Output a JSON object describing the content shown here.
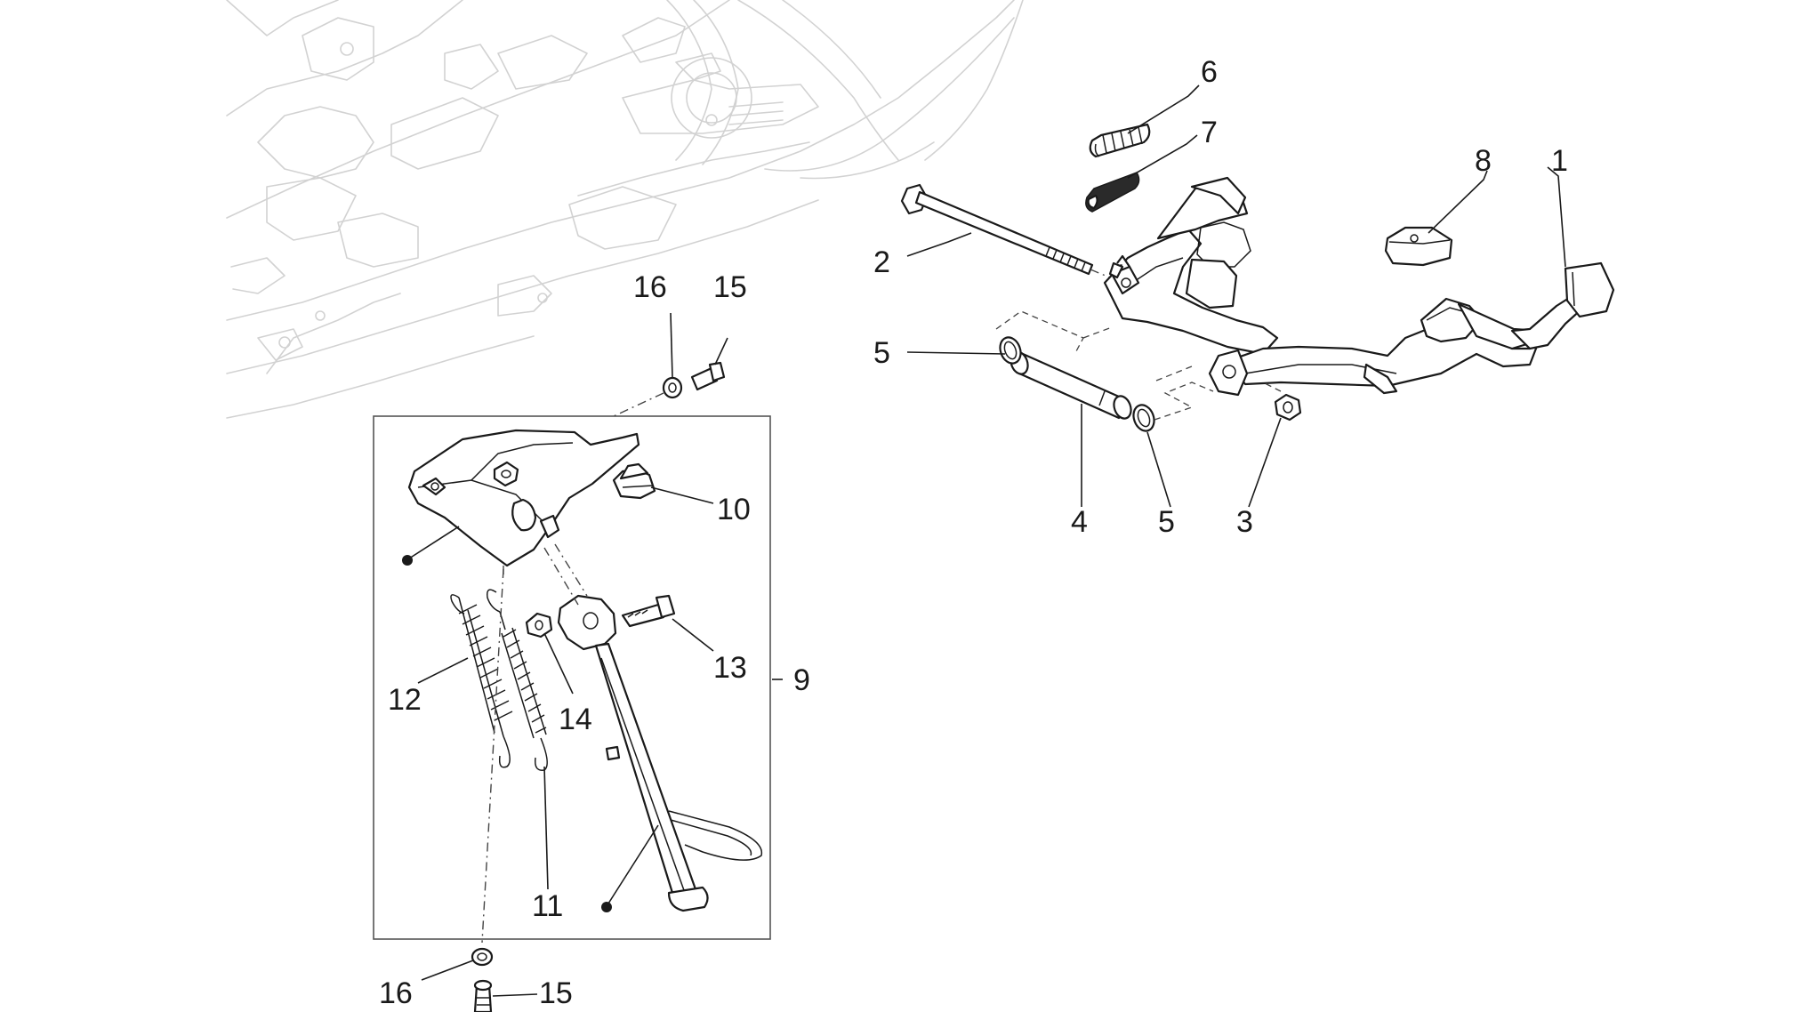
{
  "diagram": {
    "callouts": [
      {
        "id": "c1",
        "text": "1"
      },
      {
        "id": "c2",
        "text": "2"
      },
      {
        "id": "c3",
        "text": "3"
      },
      {
        "id": "c4",
        "text": "4"
      },
      {
        "id": "c5a",
        "text": "5"
      },
      {
        "id": "c5b",
        "text": "5"
      },
      {
        "id": "c6",
        "text": "6"
      },
      {
        "id": "c7",
        "text": "7"
      },
      {
        "id": "c8",
        "text": "8"
      },
      {
        "id": "c9",
        "text": "9"
      },
      {
        "id": "c10",
        "text": "10"
      },
      {
        "id": "c11",
        "text": "11"
      },
      {
        "id": "c12",
        "text": "12"
      },
      {
        "id": "c13",
        "text": "13"
      },
      {
        "id": "c14",
        "text": "14"
      },
      {
        "id": "c15a",
        "text": "15"
      },
      {
        "id": "c15b",
        "text": "15"
      },
      {
        "id": "c16a",
        "text": "16"
      },
      {
        "id": "c16b",
        "text": "16"
      }
    ]
  }
}
